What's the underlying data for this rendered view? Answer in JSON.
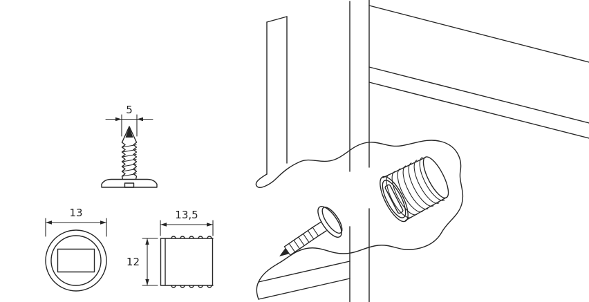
{
  "drawing": {
    "background_color": "#ffffff",
    "line_color": "#262626",
    "views": {
      "screw_front": {
        "dim_width": "5"
      },
      "cap_top": {
        "dim_diameter": "13"
      },
      "sleeve_side": {
        "dim_length": "13,5",
        "dim_diameter": "12"
      },
      "assembly_cutaway": {}
    }
  }
}
